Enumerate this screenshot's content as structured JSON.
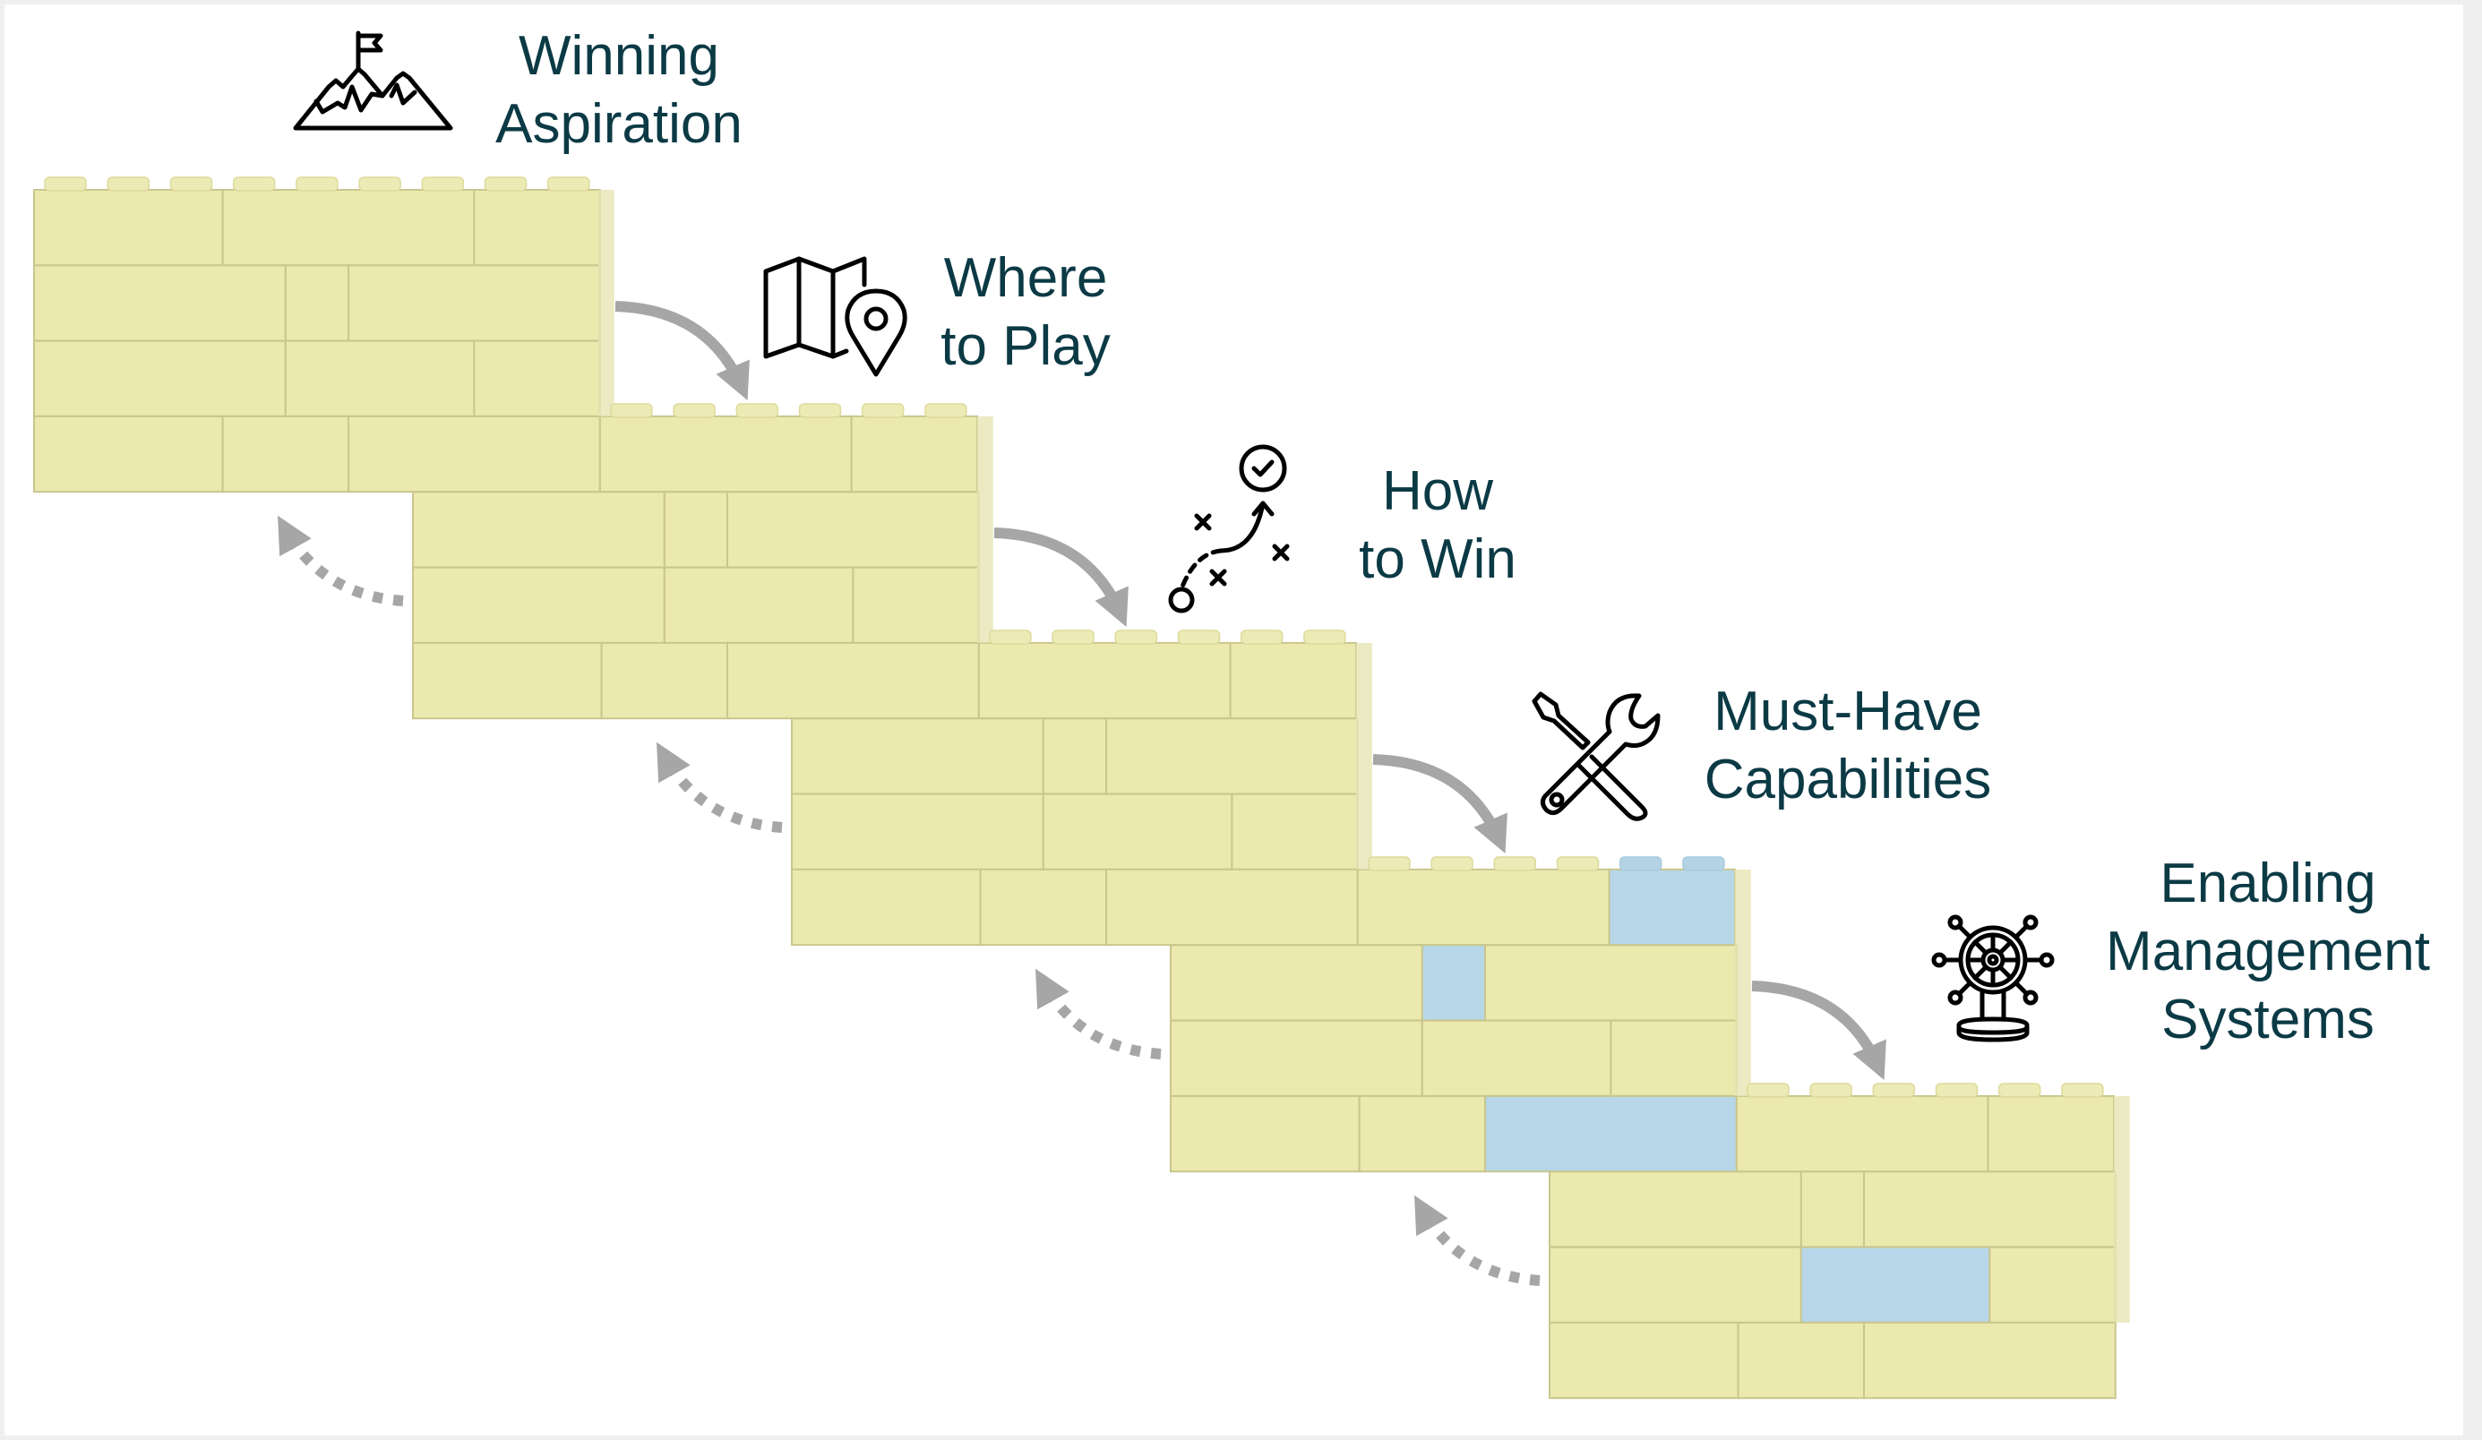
{
  "diagram": {
    "title": "Strategy cascade as stacked brick steps",
    "colors": {
      "brick_yellow": "#ebe9ae",
      "brick_blue": "#b7d7e8",
      "stud_yellow": "#ecebb6",
      "stud_blue": "#b4d4e6",
      "brick_line": "#c9c68e",
      "arrow": "#a6a6a6",
      "label_text": "#0b3a45",
      "icon_stroke": "#000000"
    },
    "steps": [
      {
        "id": "winning-aspiration",
        "label_lines": [
          "Winning",
          "Aspiration"
        ],
        "icon": "mountain-flag-icon"
      },
      {
        "id": "where-to-play",
        "label_lines": [
          "Where",
          "to Play"
        ],
        "icon": "map-pin-icon"
      },
      {
        "id": "how-to-win",
        "label_lines": [
          "How",
          "to Win"
        ],
        "icon": "strategy-play-icon"
      },
      {
        "id": "must-have-capabilities",
        "label_lines": [
          "Must-Have",
          "Capabilities"
        ],
        "icon": "tools-icon"
      },
      {
        "id": "enabling-management-systems",
        "label_lines": [
          "Enabling",
          "Management",
          "Systems"
        ],
        "icon": "ship-wheel-icon"
      }
    ],
    "brick_rows": {
      "top_row_units": [
        3,
        4,
        2
      ],
      "row2_units": [
        4,
        1,
        4
      ],
      "row3_units": [
        4,
        3,
        2
      ],
      "shared_row_units": [
        3,
        2,
        4,
        4,
        2
      ],
      "bottom_row_units": [
        3,
        2,
        4
      ]
    },
    "blue_bricks": [
      {
        "step": 2,
        "row": "shared",
        "index": 4
      },
      {
        "step": 3,
        "row": "row2",
        "index": 1
      },
      {
        "step": 3,
        "row": "shared",
        "index": 2
      },
      {
        "step": 4,
        "row": "row3",
        "index": 1
      }
    ],
    "forward_arrows": {
      "count": 4,
      "style": "solid",
      "meaning": "cascade down"
    },
    "feedback_arrows": {
      "count": 4,
      "style": "dotted",
      "meaning": "feedback up"
    }
  }
}
